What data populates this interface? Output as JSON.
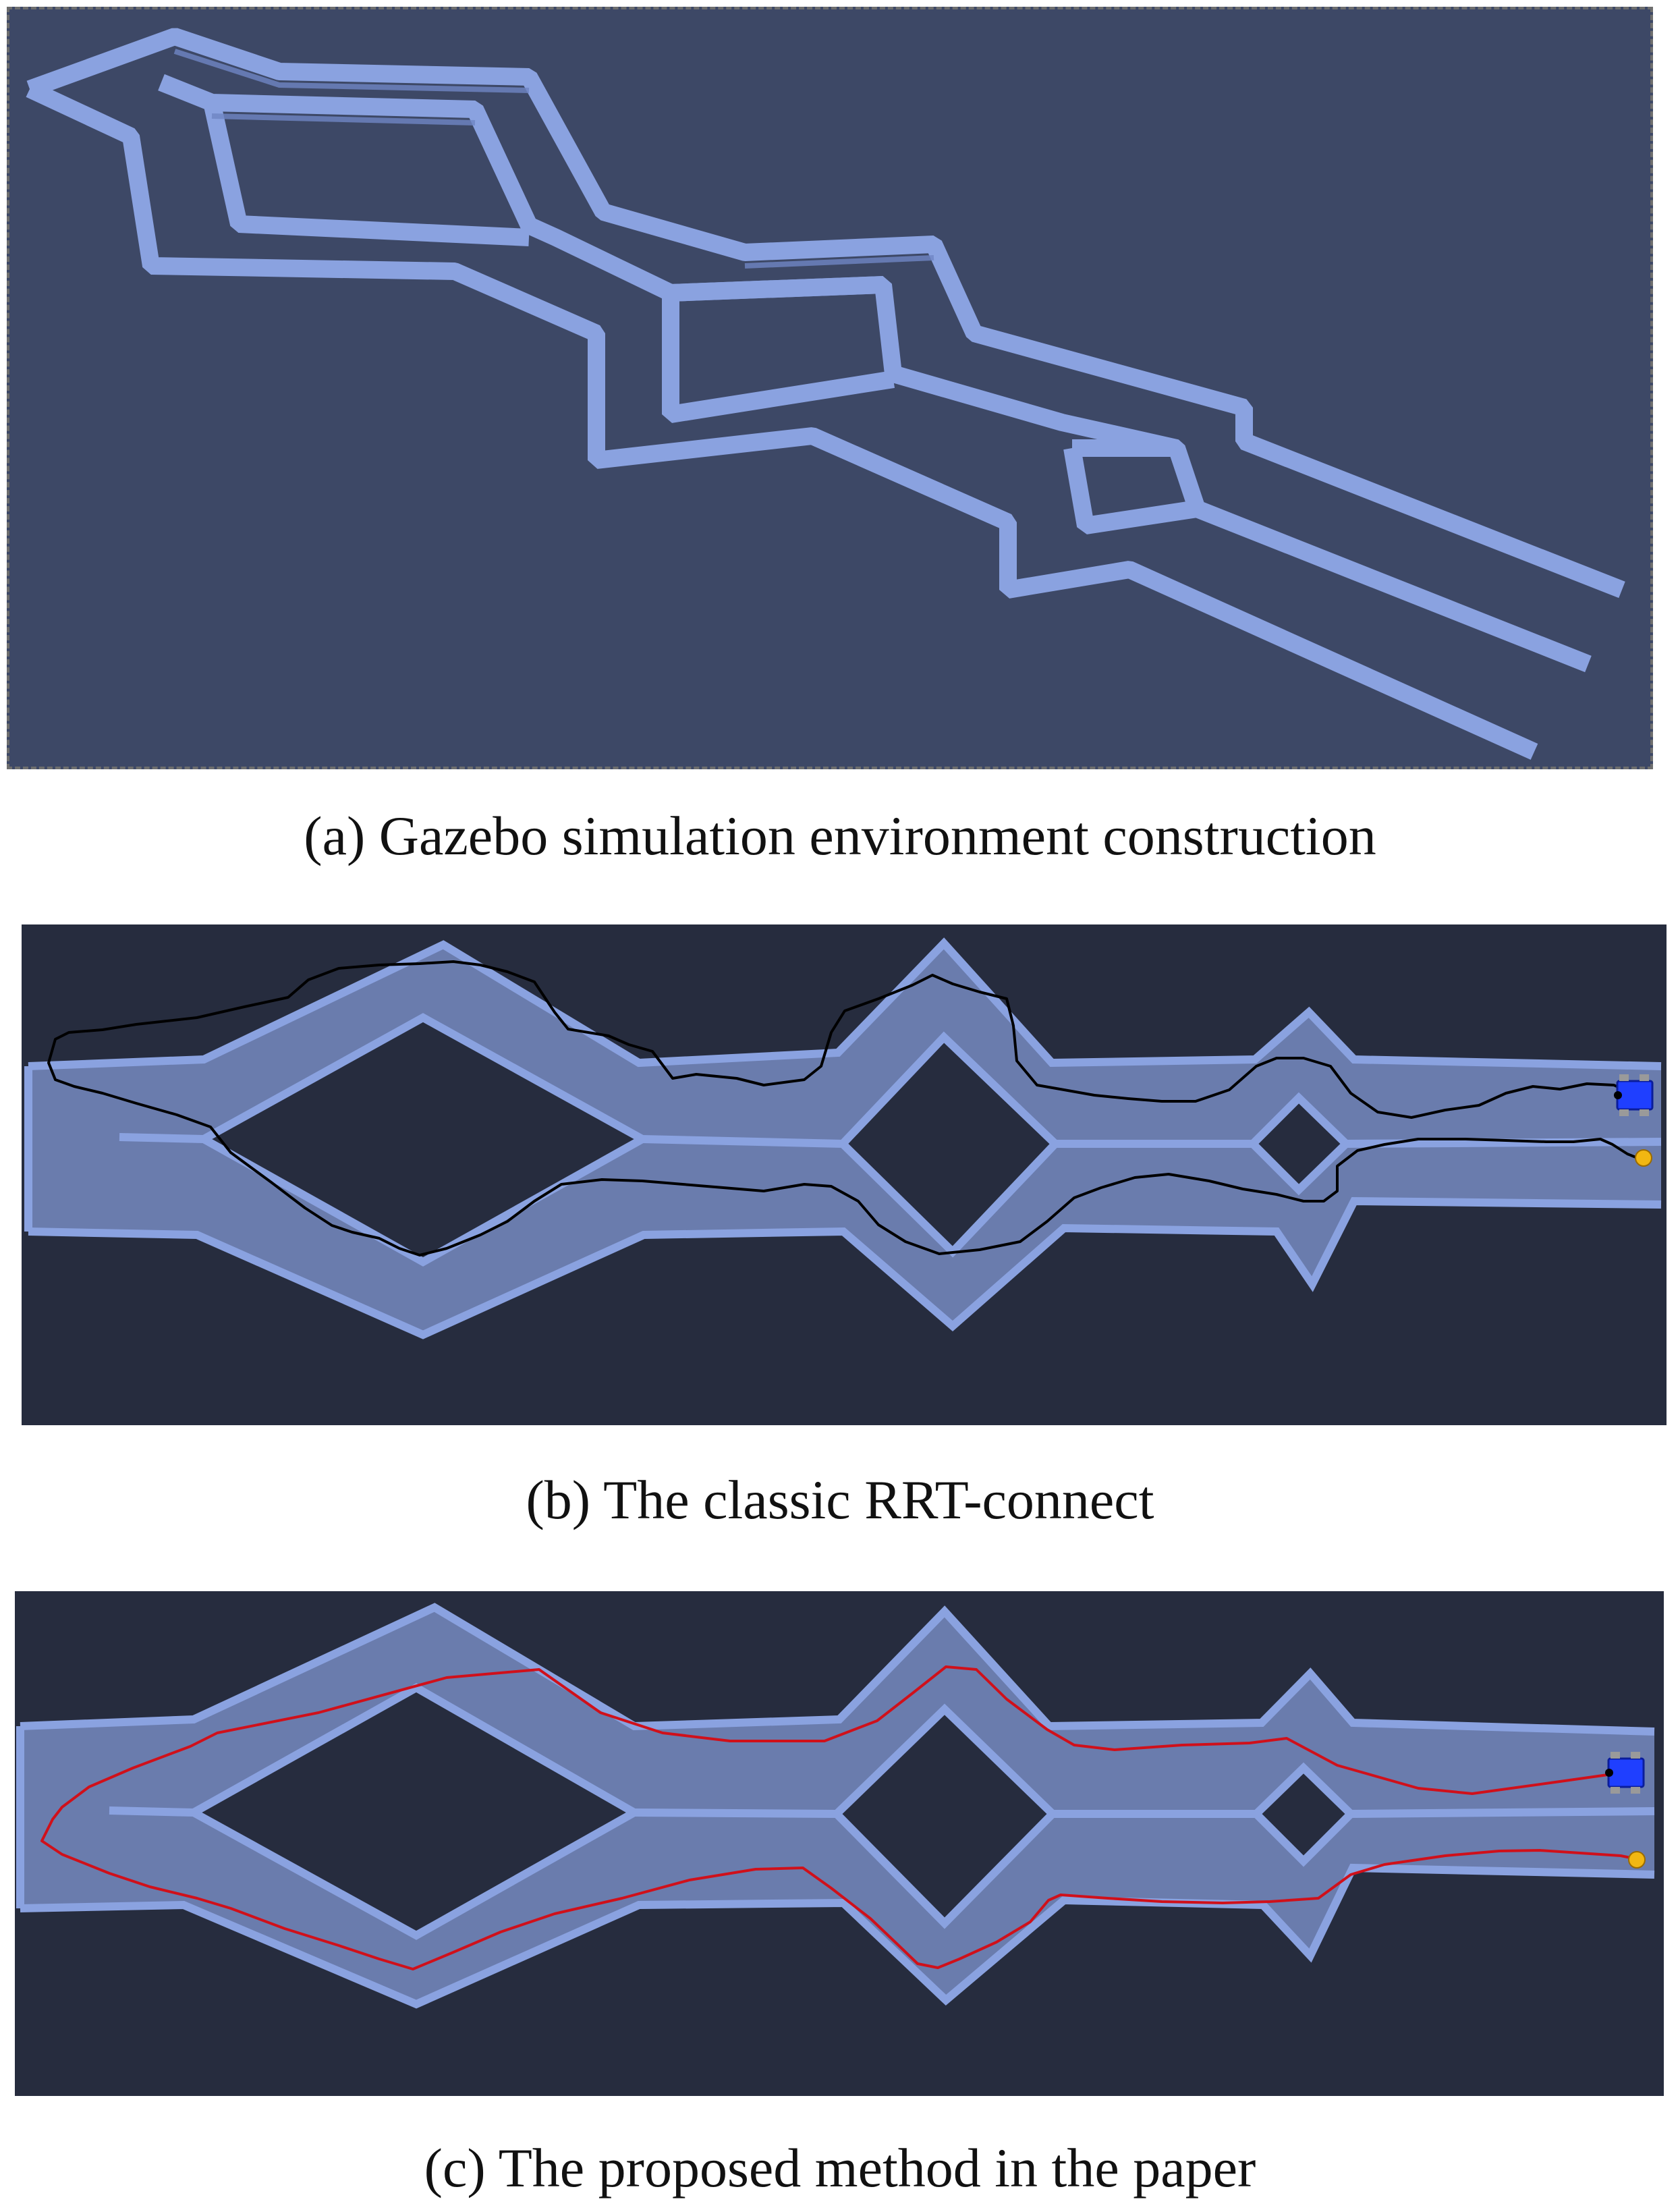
{
  "captions": {
    "a": "(a) Gazebo simulation environment construction",
    "b": "(b) The classic RRT-connect",
    "c": "(c) The proposed method in the paper"
  },
  "colors": {
    "panel_a_background": "#3d4866",
    "panel_bc_background": "#262c3e",
    "wall": "#8aa2e0",
    "corridor_fill": "#6a7cad",
    "rrt_path": "#000000",
    "proposed_path": "#d0101a",
    "robot": "#1f3fff",
    "goal_marker": "#f2b712"
  },
  "icons": {
    "robot": "mobile-robot-icon",
    "goal": "goal-sphere-icon"
  }
}
